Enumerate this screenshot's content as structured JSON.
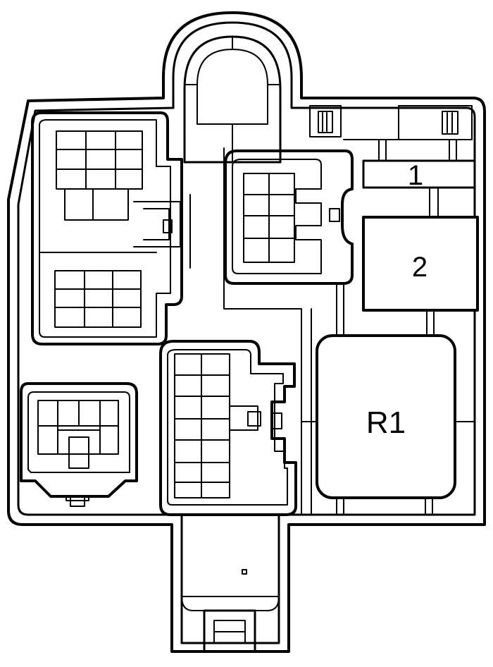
{
  "labels": {
    "fuse_1": "1",
    "fuse_2": "2",
    "relay_r1": "R1"
  },
  "colors": {
    "line": "#000000",
    "background": "#ffffff"
  }
}
